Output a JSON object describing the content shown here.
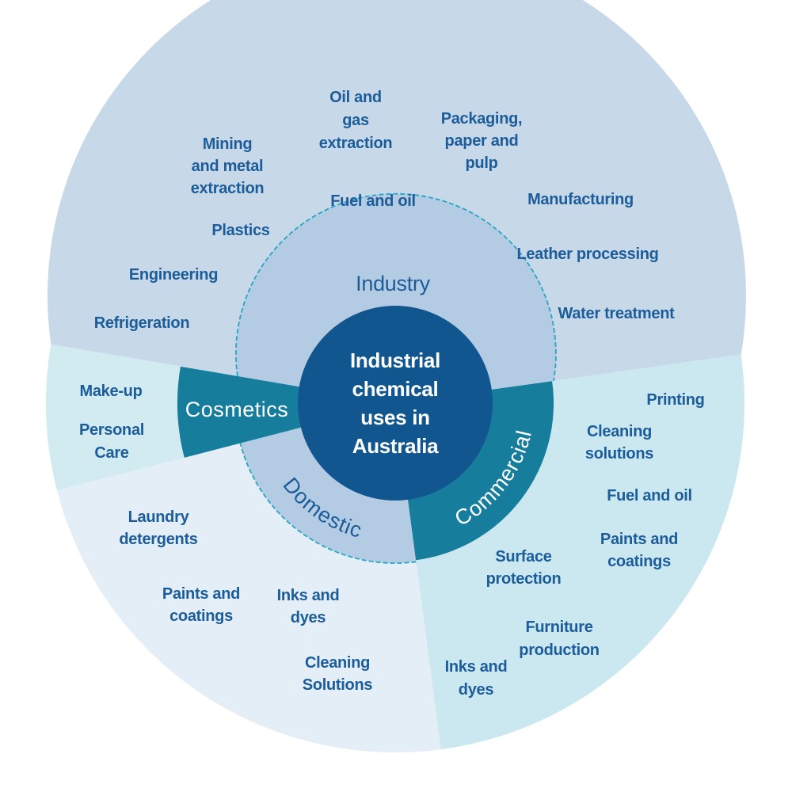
{
  "title": "Industrial chemical uses in Australia",
  "center_circle": {
    "lines": [
      "Industrial",
      "chemical",
      "uses in",
      "Australia"
    ]
  },
  "sectors": {
    "industry": {
      "name": "Industry",
      "items": {
        "oil_gas_extraction": [
          "Oil and",
          "gas",
          "extraction"
        ],
        "packaging_paper_pulp": [
          "Packaging,",
          "paper and",
          "pulp"
        ],
        "mining_metal_extraction": [
          "Mining",
          "and metal",
          "extraction"
        ],
        "fuel_and_oil": [
          "Fuel and oil"
        ],
        "manufacturing": [
          "Manufacturing"
        ],
        "plastics": [
          "Plastics"
        ],
        "leather_processing": [
          "Leather processing"
        ],
        "engineering": [
          "Engineering"
        ],
        "water_treatment": [
          "Water treatment"
        ],
        "refrigeration": [
          "Refrigeration"
        ]
      }
    },
    "commercial": {
      "name": "Commercial",
      "items": {
        "printing": [
          "Printing"
        ],
        "cleaning_solutions": [
          "Cleaning",
          "solutions"
        ],
        "fuel_and_oil": [
          "Fuel and oil"
        ],
        "paints_and_coatings": [
          "Paints and",
          "coatings"
        ],
        "surface_protection": [
          "Surface",
          "protection"
        ],
        "furniture_production": [
          "Furniture",
          "production"
        ],
        "inks_and_dyes": [
          "Inks and",
          "dyes"
        ]
      }
    },
    "domestic": {
      "name": "Domestic",
      "items": {
        "laundry_detergents": [
          "Laundry",
          "detergents"
        ],
        "paints_and_coatings": [
          "Paints and",
          "coatings"
        ],
        "inks_and_dyes": [
          "Inks and",
          "dyes"
        ],
        "cleaning_solutions": [
          "Cleaning",
          "Solutions"
        ]
      }
    },
    "cosmetics": {
      "name": "Cosmetics",
      "items": {
        "make_up": [
          "Make-up"
        ],
        "personal_care": [
          "Personal",
          "Care"
        ]
      }
    }
  },
  "colors": {
    "center_circle": "#11568e",
    "category_wedge_teal": "#167d9c",
    "ring_blue": "#b4cce3",
    "ring_outline": "#2ba4c4",
    "sector_industry": "#c7d9e9",
    "sector_commercial": "#cbe8f1",
    "sector_domestic": "#e3eef7",
    "sector_cosmetics": "#d2ebf1",
    "text_blue": "#1b5c99",
    "text_white": "#ffffff"
  }
}
